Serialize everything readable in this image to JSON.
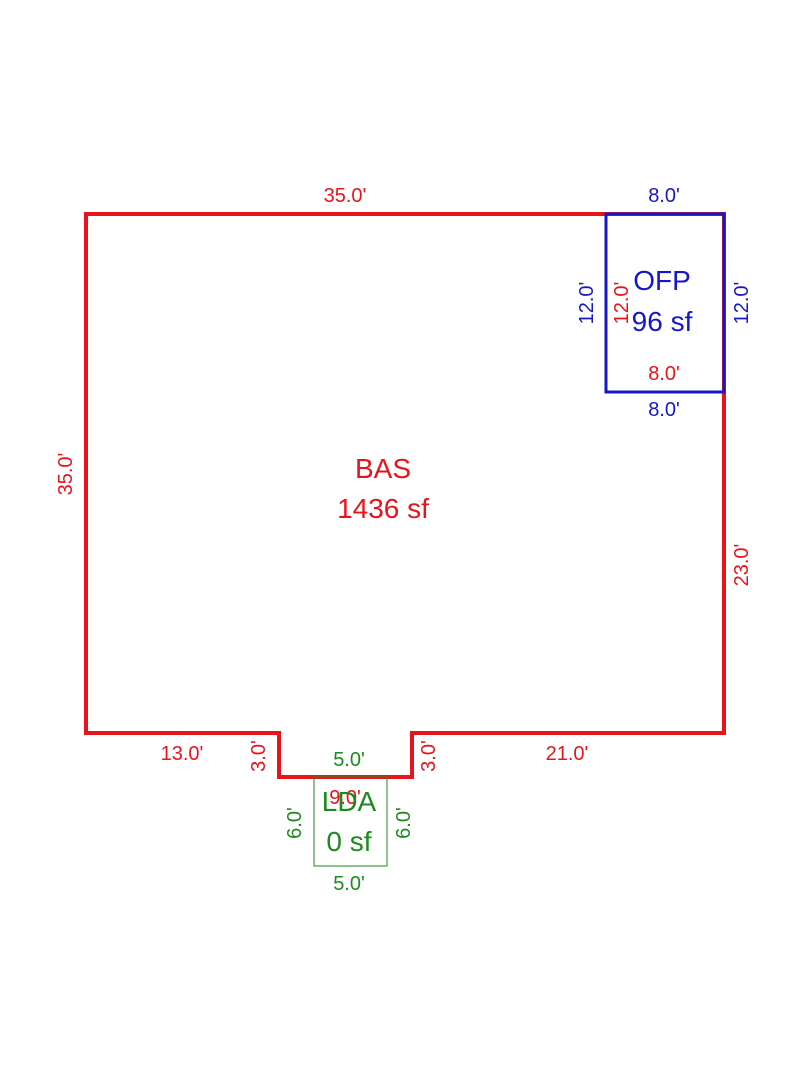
{
  "colors": {
    "bas": "#e8141c",
    "ofp": "#1717c8",
    "lda": "#1e8a1e"
  },
  "bas": {
    "name": "BAS",
    "area": "1436 sf",
    "dims": {
      "top": "35.0'",
      "left": "35.0'",
      "right_ofp_side": "12.0'",
      "ofp_bottom": "8.0'",
      "right_lower": "23.0'",
      "bottom_left": "13.0'",
      "notch_left": "3.0'",
      "notch_bottom": "9.0'",
      "notch_right": "3.0'",
      "bottom_right": "21.0'"
    }
  },
  "ofp": {
    "name": "OFP",
    "area": "96 sf",
    "dims": {
      "top": "8.0'",
      "left": "12.0'",
      "right": "12.0'",
      "bottom": "8.0'"
    }
  },
  "lda": {
    "name": "LDA",
    "area": "0 sf",
    "dims": {
      "top": "5.0'",
      "left": "6.0'",
      "right": "6.0'",
      "bottom": "5.0'"
    }
  }
}
